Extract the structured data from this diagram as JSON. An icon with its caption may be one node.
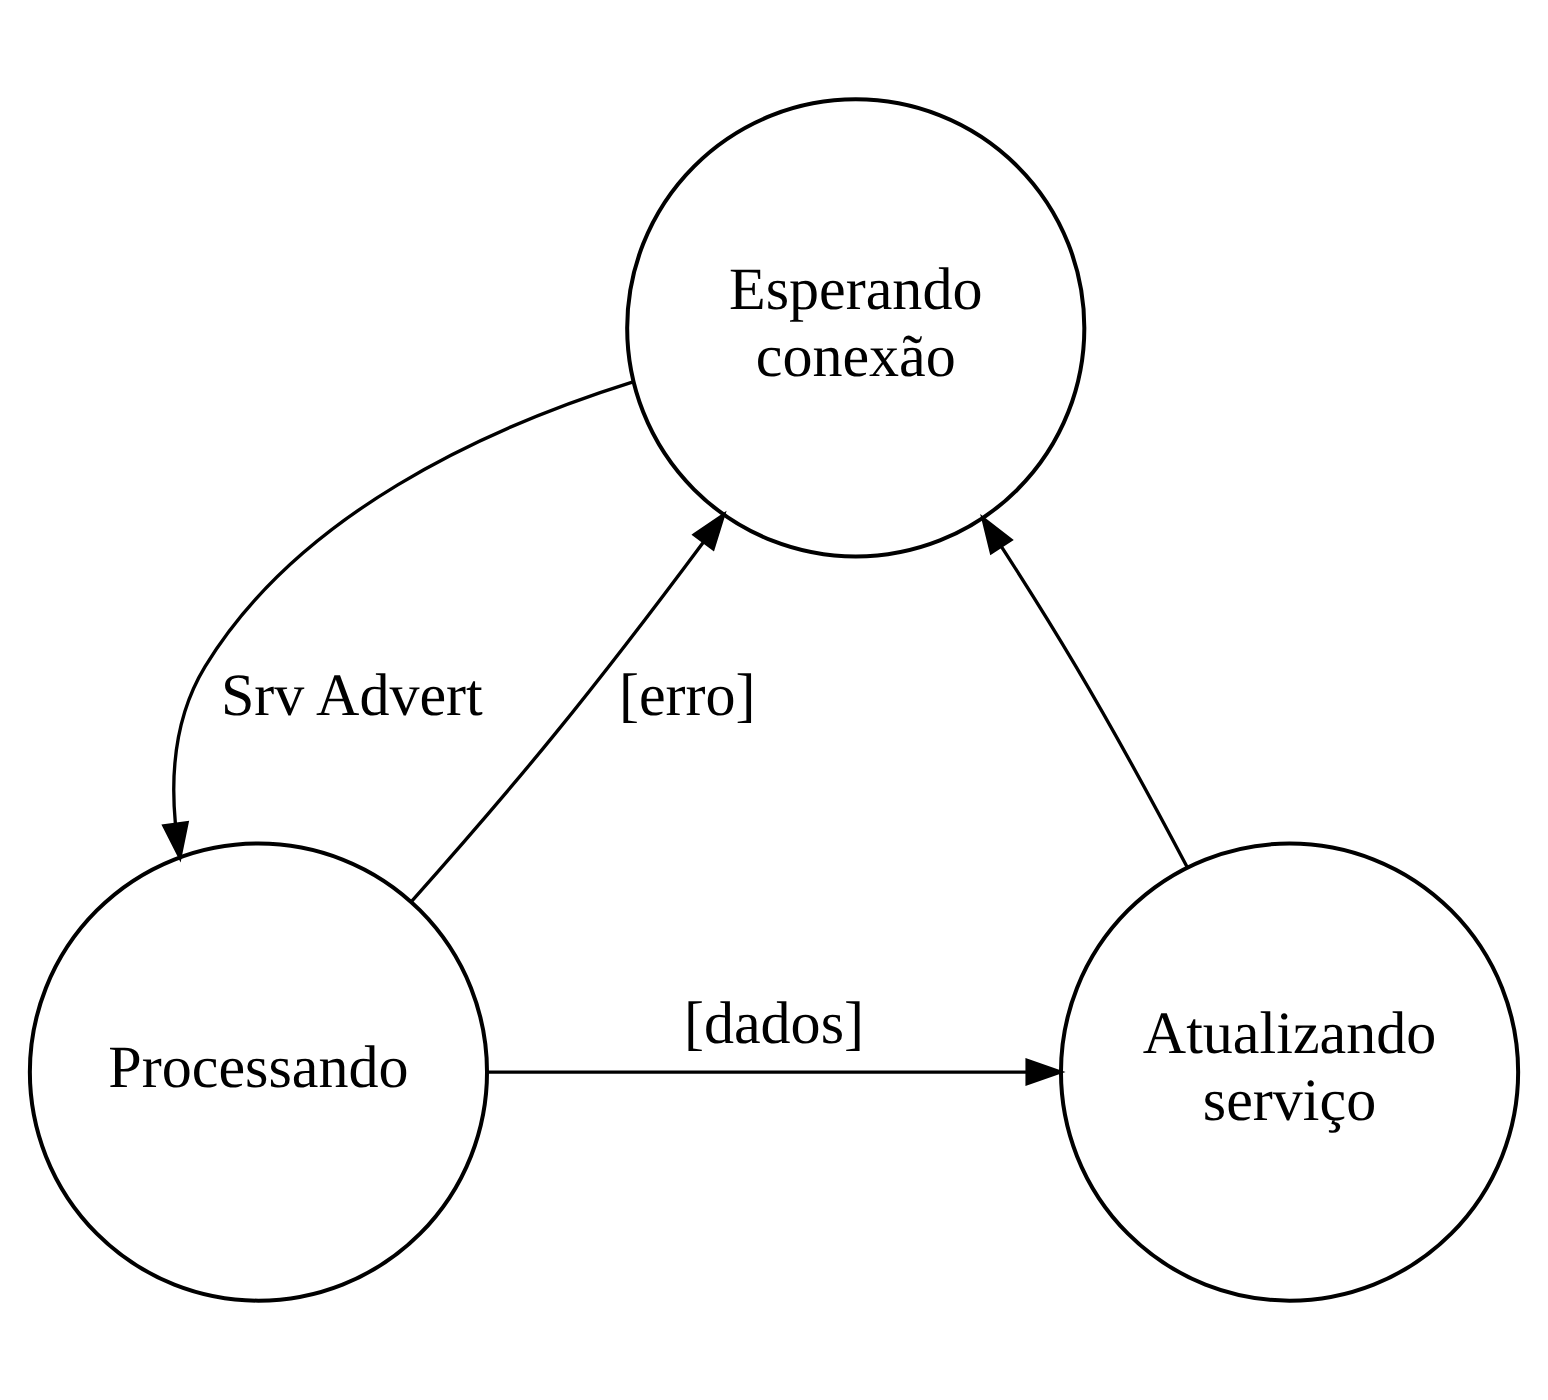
{
  "diagram": {
    "nodes": [
      {
        "text": [
          "Esperando conexão"
        ]
      },
      {
        "text": [
          "Processando"
        ]
      },
      {
        "text": [
          "Atualizando serviço"
        ]
      }
    ],
    "edges": [
      {
        "from": 0,
        "to": 1,
        "arrow": "to",
        "label": "Srv Advert"
      },
      {
        "from": 1,
        "to": 0,
        "arrow": "to",
        "label": "[erro]"
      },
      {
        "from": 1,
        "to": 2,
        "arrow": "to",
        "label": "[dados]"
      },
      {
        "from": 2,
        "to": 0,
        "arrow": "to"
      }
    ]
  }
}
